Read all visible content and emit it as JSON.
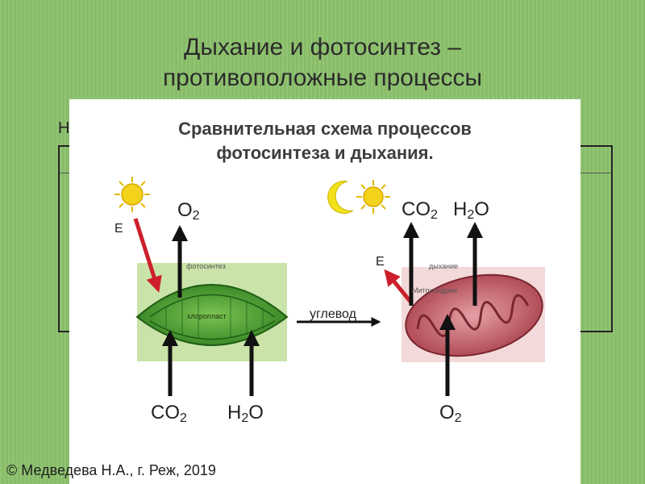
{
  "slide": {
    "title_line1": "Дыхание и фотосинтез –",
    "title_line2": "противоположные процессы",
    "copyright": "© Медведева Н.А., г. Реж, 2019",
    "bg_letter": "Н"
  },
  "diagram": {
    "title_line1": "Сравнительная схема процессов",
    "title_line2": "фотосинтеза и дыхания.",
    "photosynthesis": {
      "energy": "E",
      "output": {
        "base": "O",
        "sub": "2"
      },
      "process_label": "фотосинтез",
      "organelle_label": "хлоропласт",
      "input1": {
        "base": "CO",
        "sub": "2"
      },
      "input2": {
        "base": "H",
        "sub": "2",
        "tail": "O"
      }
    },
    "transfer_label": "углевод",
    "respiration": {
      "energy": "E",
      "output1": {
        "base": "CO",
        "sub": "2"
      },
      "output2": {
        "base": "H",
        "sub": "2",
        "tail": "O"
      },
      "process_label": "дыхание",
      "organelle_label": "Митохондрия",
      "input": {
        "base": "O",
        "sub": "2"
      }
    }
  },
  "colors": {
    "background": "#8cc26c",
    "chloroplast": "#3f9a2a",
    "mitochondrion": "#c9666f",
    "energy_arrow": "#cc1f2b",
    "sun": "#f2d21a",
    "moon": "#f2e01a"
  },
  "icons": [
    "sun-icon",
    "moon-icon"
  ]
}
